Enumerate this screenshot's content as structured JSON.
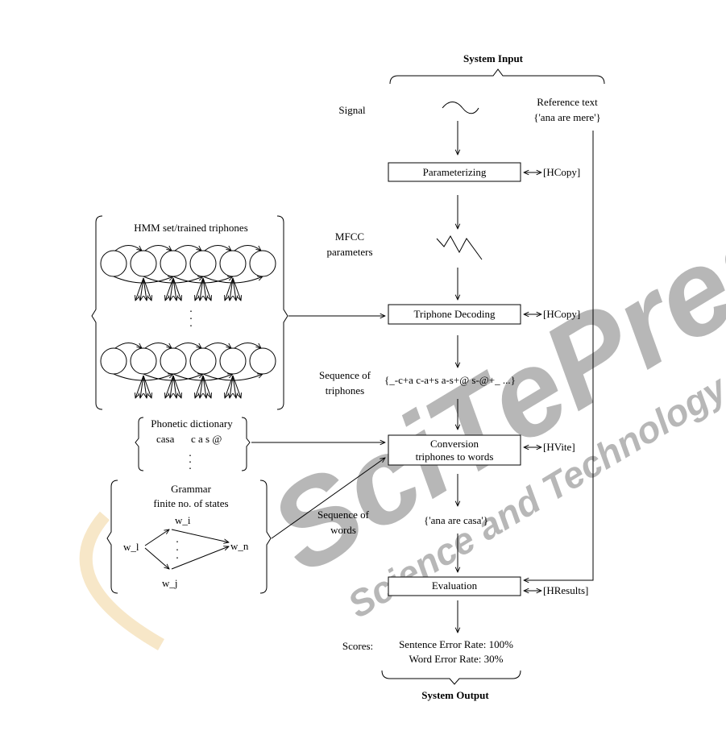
{
  "header": {
    "input_label": "System Input",
    "output_label": "System Output"
  },
  "left_labels": {
    "signal": "Signal",
    "mfcc_1": "MFCC",
    "mfcc_2": "parameters",
    "seq_triphones_1": "Sequence of",
    "seq_triphones_2": "triphones",
    "seq_words_1": "Sequence of",
    "seq_words_2": "words",
    "scores": "Scores:"
  },
  "reference": {
    "line1": "Reference text",
    "line2": "{'ana are mere'}"
  },
  "boxes": {
    "parameterizing": "Parameterizing",
    "triphone_decoding": "Triphone Decoding",
    "conversion_1": "Conversion",
    "conversion_2": "triphones to words",
    "evaluation": "Evaluation"
  },
  "tools": {
    "hcopy_1": "[HCopy]",
    "hcopy_2": "[HCopy]",
    "hvite": "[HVite]",
    "hresults": "[HResults]"
  },
  "intermediate": {
    "triphone_sequence": "{_-c+a c-a+s a-s+@ s-@+_ ...}",
    "words_result": "{'ana are casa'}"
  },
  "scores": {
    "sentence": "Sentence Error Rate: 100%",
    "word": "Word Error Rate: 30%"
  },
  "hmm": {
    "title": "HMM set/trained triphones",
    "ellipsis": "."
  },
  "dictionary": {
    "title": "Phonetic dictionary",
    "entry_word": "casa",
    "entry_phones": "c a s @",
    "ellipsis": "."
  },
  "grammar": {
    "title_1": "Grammar",
    "title_2": "finite no. of states",
    "w_i": "w_i",
    "w_l": "w_l",
    "w_n": "w_n",
    "w_j": "w_j",
    "ellipsis": "."
  },
  "watermark": {
    "brand": "SciTePress",
    "tagline": "Science and Technology Publications"
  },
  "colors": {
    "ink": "#000000",
    "watermark": "#c9c9c9",
    "watermark_yellow": "#f3ddb0"
  }
}
